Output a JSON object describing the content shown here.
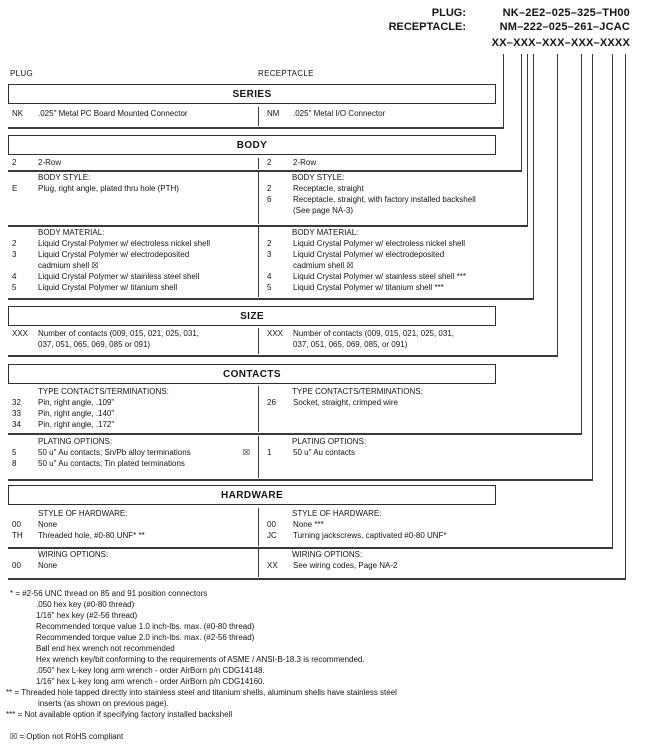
{
  "header": {
    "plug_label": "PLUG:",
    "plug_value": "NK–2E2–025–325–TH00",
    "receptacle_label": "RECEPTACLE:",
    "receptacle_value": "NM–222–025–261–JCAC",
    "mask": "XX–XXX–XXX–XXX–XXXX"
  },
  "col_headers": {
    "left": "PLUG",
    "right": "RECEPTACLE"
  },
  "series": {
    "banner": "SERIES",
    "left": {
      "code": "NK",
      "desc": ".025\" Metal PC Board Mounted Connector"
    },
    "right": {
      "code": "NM",
      "desc": ".025\" Metal I/O Connector"
    }
  },
  "body": {
    "banner": "BODY",
    "row": {
      "left": {
        "code": "2",
        "desc": "2-Row"
      },
      "right": {
        "code": "2",
        "desc": "2-Row"
      }
    },
    "style": {
      "left": {
        "title": "BODY STYLE:",
        "items": [
          {
            "code": "E",
            "desc": "Plug, right angle, plated thru hole (PTH)"
          }
        ]
      },
      "right": {
        "title": "BODY STYLE:",
        "items": [
          {
            "code": "2",
            "desc": "Receptacle, straight"
          },
          {
            "code": "6",
            "desc": "Receptacle, straight, with factory installed backshell",
            "desc2": "(See page NA-3)"
          }
        ]
      }
    },
    "material": {
      "left": {
        "title": "BODY MATERIAL:",
        "items": [
          {
            "code": "2",
            "desc": "Liquid Crystal Polymer w/ electroless nickel shell"
          },
          {
            "code": "3",
            "desc": "Liquid Crystal Polymer w/ electrodeposited",
            "desc2": "cadmium shell  ☒"
          },
          {
            "code": "4",
            "desc": "Liquid Crystal Polymer w/ stainless steel shell"
          },
          {
            "code": "5",
            "desc": "Liquid Crystal Polymer w/ titanium shell"
          }
        ]
      },
      "right": {
        "title": "BODY MATERIAL:",
        "items": [
          {
            "code": "2",
            "desc": "Liquid Crystal Polymer w/ electroless nickel shell"
          },
          {
            "code": "3",
            "desc": "Liquid Crystal Polymer w/ electrodeposited",
            "desc2": "cadmium shell  ☒"
          },
          {
            "code": "4",
            "desc": "Liquid Crystal Polymer w/ stainless steel shell ***"
          },
          {
            "code": "5",
            "desc": "Liquid Crystal Polymer w/ titanium shell ***"
          }
        ]
      }
    }
  },
  "size": {
    "banner": "SIZE",
    "left": {
      "code": "XXX",
      "desc": "Number of contacts (009, 015, 021, 025, 031,",
      "desc2": "037, 051, 065, 069, 085 or 091)"
    },
    "right": {
      "code": "XXX",
      "desc": "Number of contacts (009, 015, 021, 025, 031,",
      "desc2": "037, 051, 065, 069, 085, or 091)"
    }
  },
  "contacts": {
    "banner": "CONTACTS",
    "type": {
      "left": {
        "title": "TYPE CONTACTS/TERMINATIONS:",
        "items": [
          {
            "code": "32",
            "desc": "Pin, right angle, .109\""
          },
          {
            "code": "33",
            "desc": "Pin, right angle, .140\""
          },
          {
            "code": "34",
            "desc": "Pin, right angle, .172\""
          }
        ]
      },
      "right": {
        "title": "TYPE CONTACTS/TERMINATIONS:",
        "items": [
          {
            "code": "26",
            "desc": "Socket, straight, crimped wire"
          }
        ]
      }
    },
    "plating": {
      "left": {
        "title": "PLATING OPTIONS:",
        "items": [
          {
            "code": "5",
            "desc": "50 u\" Au contacts; Sn/Pb alloy terminations",
            "flag": "☒"
          },
          {
            "code": "8",
            "desc": "50 u\" Au contacts; Tin plated terminations"
          }
        ]
      },
      "right": {
        "title": "PLATING OPTIONS:",
        "items": [
          {
            "code": "1",
            "desc": "50 u\" Au contacts"
          }
        ]
      }
    }
  },
  "hardware": {
    "banner": "HARDWARE",
    "style": {
      "left": {
        "title": "STYLE OF HARDWARE:",
        "items": [
          {
            "code": "00",
            "desc": "None"
          },
          {
            "code": "TH",
            "desc": "Threaded hole, #0-80 UNF*  **"
          }
        ]
      },
      "right": {
        "title": "STYLE OF HARDWARE:",
        "items": [
          {
            "code": "00",
            "desc": "None ***"
          },
          {
            "code": "JC",
            "desc": "Turning jackscrews, captivated #0-80 UNF*"
          }
        ]
      }
    },
    "wiring": {
      "left": {
        "title": "WIRING OPTIONS:",
        "items": [
          {
            "code": "00",
            "desc": "None"
          }
        ]
      },
      "right": {
        "title": "WIRING OPTIONS:",
        "items": [
          {
            "code": "XX",
            "desc": "See wiring codes, Page NA-2"
          }
        ]
      }
    }
  },
  "footnotes": {
    "star": "* = #2-56 UNC thread on 85 and 91 position connectors",
    "details": [
      ".050 hex key (#0-80 thread)",
      "1/16\" hex key (#2-56 thread)",
      "Recommended torque value 1.0 inch-lbs. max. (#0-80 thread)",
      "Recommended torque value 2.0 inch-lbs. max. (#2-56 thread)",
      "Ball end hex wrench not recommended",
      "Hex wrench key/bit conforming to the requirements of ASME / ANSI-B-18.3 is recommended.",
      ".050\" hex L-key long arm wrench - order AirBorn p/n CDG14148.",
      "1/16\" hex L-key long arm wrench - order AirBorn p/n CDG14160."
    ],
    "dstar1": "** = Threaded hole tapped directly into stainless steel and titanium shells, aluminum shells have stainless steel",
    "dstar2": "inserts (as shown on previous page).",
    "tstar": "*** = Not available option if specifying factory installed backshell",
    "rohs": "☒ = Option not RoHS compliant"
  }
}
